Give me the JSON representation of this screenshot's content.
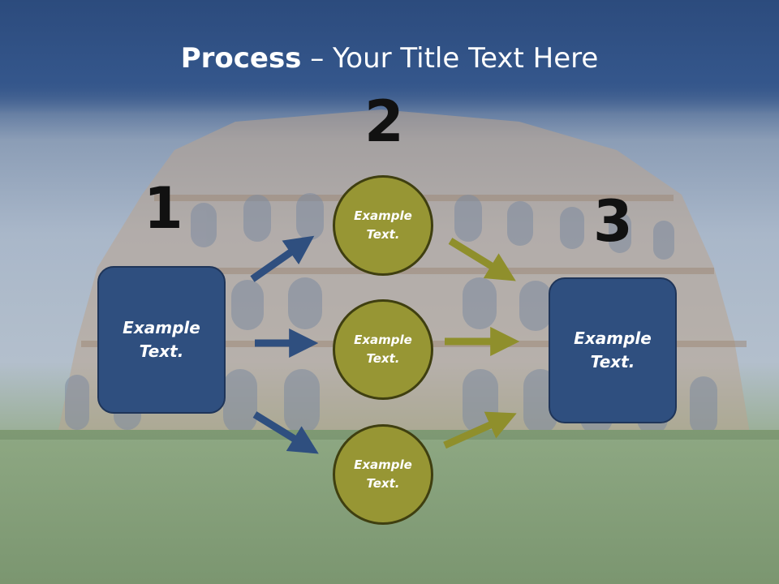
{
  "slide": {
    "title_bold": "Process",
    "title_rest": " – Your Title Text Here"
  },
  "steps": {
    "one": "1",
    "two": "2",
    "three": "3"
  },
  "left_box": {
    "text": "Example\nText."
  },
  "right_box": {
    "text": "Example\nText."
  },
  "circles": [
    {
      "text": "Example\nText."
    },
    {
      "text": "Example\nText."
    },
    {
      "text": "Example\nText."
    }
  ],
  "colors": {
    "box_blue": "#2f4f7f",
    "circle_olive": "#979634",
    "arrow_blue": "#2f4f7f",
    "arrow_olive": "#8f8f2c"
  },
  "icons": [
    "arrow-icon"
  ]
}
